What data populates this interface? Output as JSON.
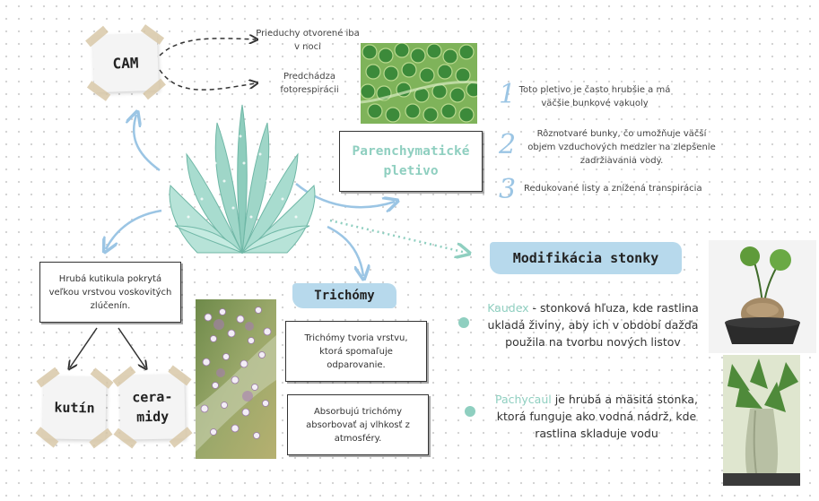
{
  "cam": {
    "label": "CAM"
  },
  "cam_notes": [
    "Prieduchy otvorené iba v noci",
    "Predchádza fotorespirácii"
  ],
  "parenchyma": {
    "title": "Parenchymatické pletivo",
    "points": [
      {
        "number": "1",
        "text": "Toto pletivo je často hrubšie a má väčšie bunkové vakuoly"
      },
      {
        "number": "2",
        "text": "Rôznotvaré bunky, čo umožňuje väčší objem vzduchových medzier na zlepšenie zadržiavania vody."
      },
      {
        "number": "3",
        "text": "Redukované listy a znížená transpirácia"
      }
    ]
  },
  "cuticle": {
    "text": "Hrubá kutikula pokrytá veľkou vrstvou voskovitých zlúčenín.",
    "children": [
      "kutín",
      "cera-midy"
    ]
  },
  "trichomes": {
    "title": "Trichómy",
    "notes": [
      "Trichómy tvoria vrstvu, ktorá spomaľuje odparovanie.",
      "Absorbujú trichómy absorbovať aj vlhkosť z atmosféry."
    ]
  },
  "stem": {
    "title": "Modifikácia stonky",
    "items": [
      {
        "term": "Kaudex",
        "text": " - stonková hľuza, kde rastlina ukladá živiny, aby ich v období dažďa použila na tvorbu nových listov"
      },
      {
        "term": "Pachycaul",
        "text": " je hrubá a mäsitá stonka, ktorá funguje ako vodná nádrž, kde rastlina skladuje vodu"
      }
    ]
  },
  "colors": {
    "accent_blue": "#9bc5e4",
    "accent_teal": "#8fcfc0",
    "brush_blue": "#b7d9ec",
    "note_bg": "#f4f4f4"
  }
}
